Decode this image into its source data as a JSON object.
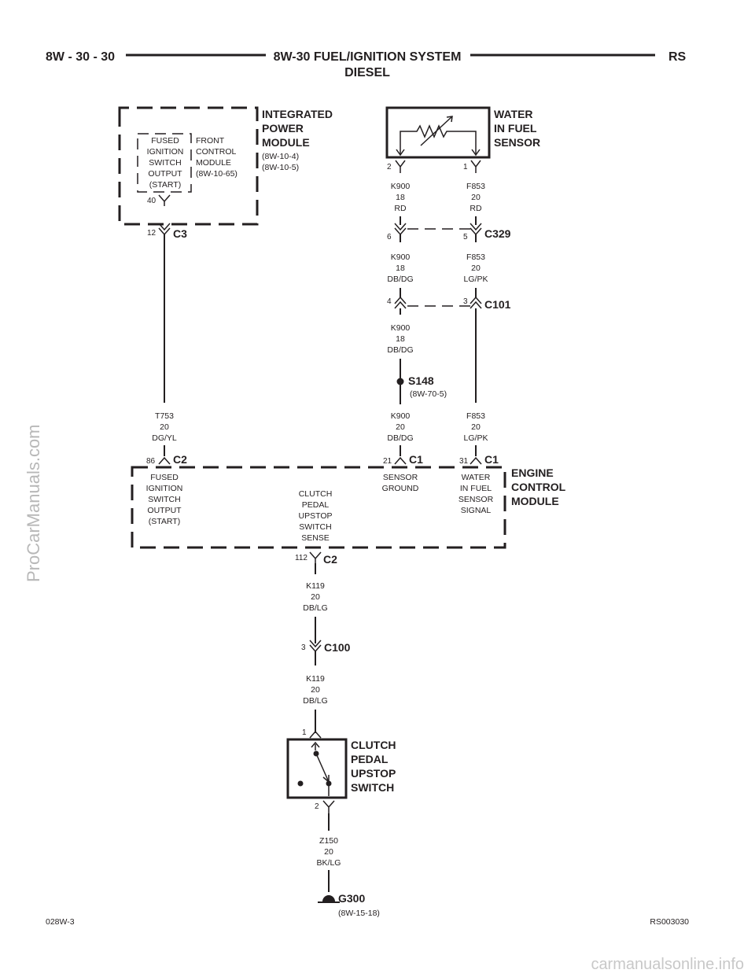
{
  "header": {
    "left": "8W - 30 - 30",
    "title_line1": "8W-30 FUEL/IGNITION SYSTEM",
    "title_line2": "DIESEL",
    "right": "RS"
  },
  "ipm": {
    "title1": "INTEGRATED",
    "title2": "POWER",
    "title3": "MODULE",
    "ref1": "(8W-10-4)",
    "ref2": "(8W-10-5)",
    "fused": [
      "FUSED",
      "IGNITION",
      "SWITCH",
      "OUTPUT",
      "(START)"
    ],
    "fcm": [
      "FRONT",
      "CONTROL",
      "MODULE",
      "(8W-10-65)"
    ],
    "pin40": "40",
    "pin12": "12",
    "conn": "C3"
  },
  "sensor": {
    "title1": "WATER",
    "title2": "IN FUEL",
    "title3": "SENSOR",
    "pin2": "2",
    "pin1": "1"
  },
  "wires": {
    "k900_a": [
      "K900",
      "18",
      "RD"
    ],
    "f853_a": [
      "F853",
      "20",
      "RD"
    ],
    "k900_b": [
      "K900",
      "18",
      "DB/DG"
    ],
    "f853_b": [
      "F853",
      "20",
      "LG/PK"
    ],
    "k900_c": [
      "K900",
      "18",
      "DB/DG"
    ],
    "k900_d": [
      "K900",
      "20",
      "DB/DG"
    ],
    "f853_d": [
      "F853",
      "20",
      "LG/PK"
    ],
    "t753": [
      "T753",
      "20",
      "DG/YL"
    ],
    "k119_a": [
      "K119",
      "20",
      "DB/LG"
    ],
    "k119_b": [
      "K119",
      "20",
      "DB/LG"
    ],
    "z150": [
      "Z150",
      "20",
      "BK/LG"
    ]
  },
  "c329": {
    "pin6": "6",
    "pin5": "5",
    "name": "C329"
  },
  "c101": {
    "pin4": "4",
    "pin3": "3",
    "name": "C101"
  },
  "splice": {
    "name": "S148",
    "ref": "(8W-70-5)"
  },
  "ecm": {
    "title1": "ENGINE",
    "title2": "CONTROL",
    "title3": "MODULE",
    "pin86": "86",
    "c2": "C2",
    "pin21": "21",
    "c1a": "C1",
    "pin31": "31",
    "c1b": "C1",
    "fused": [
      "FUSED",
      "IGNITION",
      "SWITCH",
      "OUTPUT",
      "(START)"
    ],
    "clutch": [
      "CLUTCH",
      "PEDAL",
      "UPSTOP",
      "SWITCH",
      "SENSE"
    ],
    "ground": [
      "SENSOR",
      "GROUND"
    ],
    "wif": [
      "WATER",
      "IN FUEL",
      "SENSOR",
      "SIGNAL"
    ],
    "pin112": "112",
    "c2b": "C2"
  },
  "c100": {
    "pin": "3",
    "name": "C100"
  },
  "switch": {
    "title1": "CLUTCH",
    "title2": "PEDAL",
    "title3": "UPSTOP",
    "title4": "SWITCH",
    "pin1": "1",
    "pin2": "2"
  },
  "ground": {
    "name": "G300",
    "ref": "(8W-15-18)"
  },
  "footer": {
    "left": "028W-3",
    "right": "RS003030"
  },
  "watermarks": {
    "side": "ProCarManuals.com",
    "bottom": "carmanualsonline.info"
  }
}
